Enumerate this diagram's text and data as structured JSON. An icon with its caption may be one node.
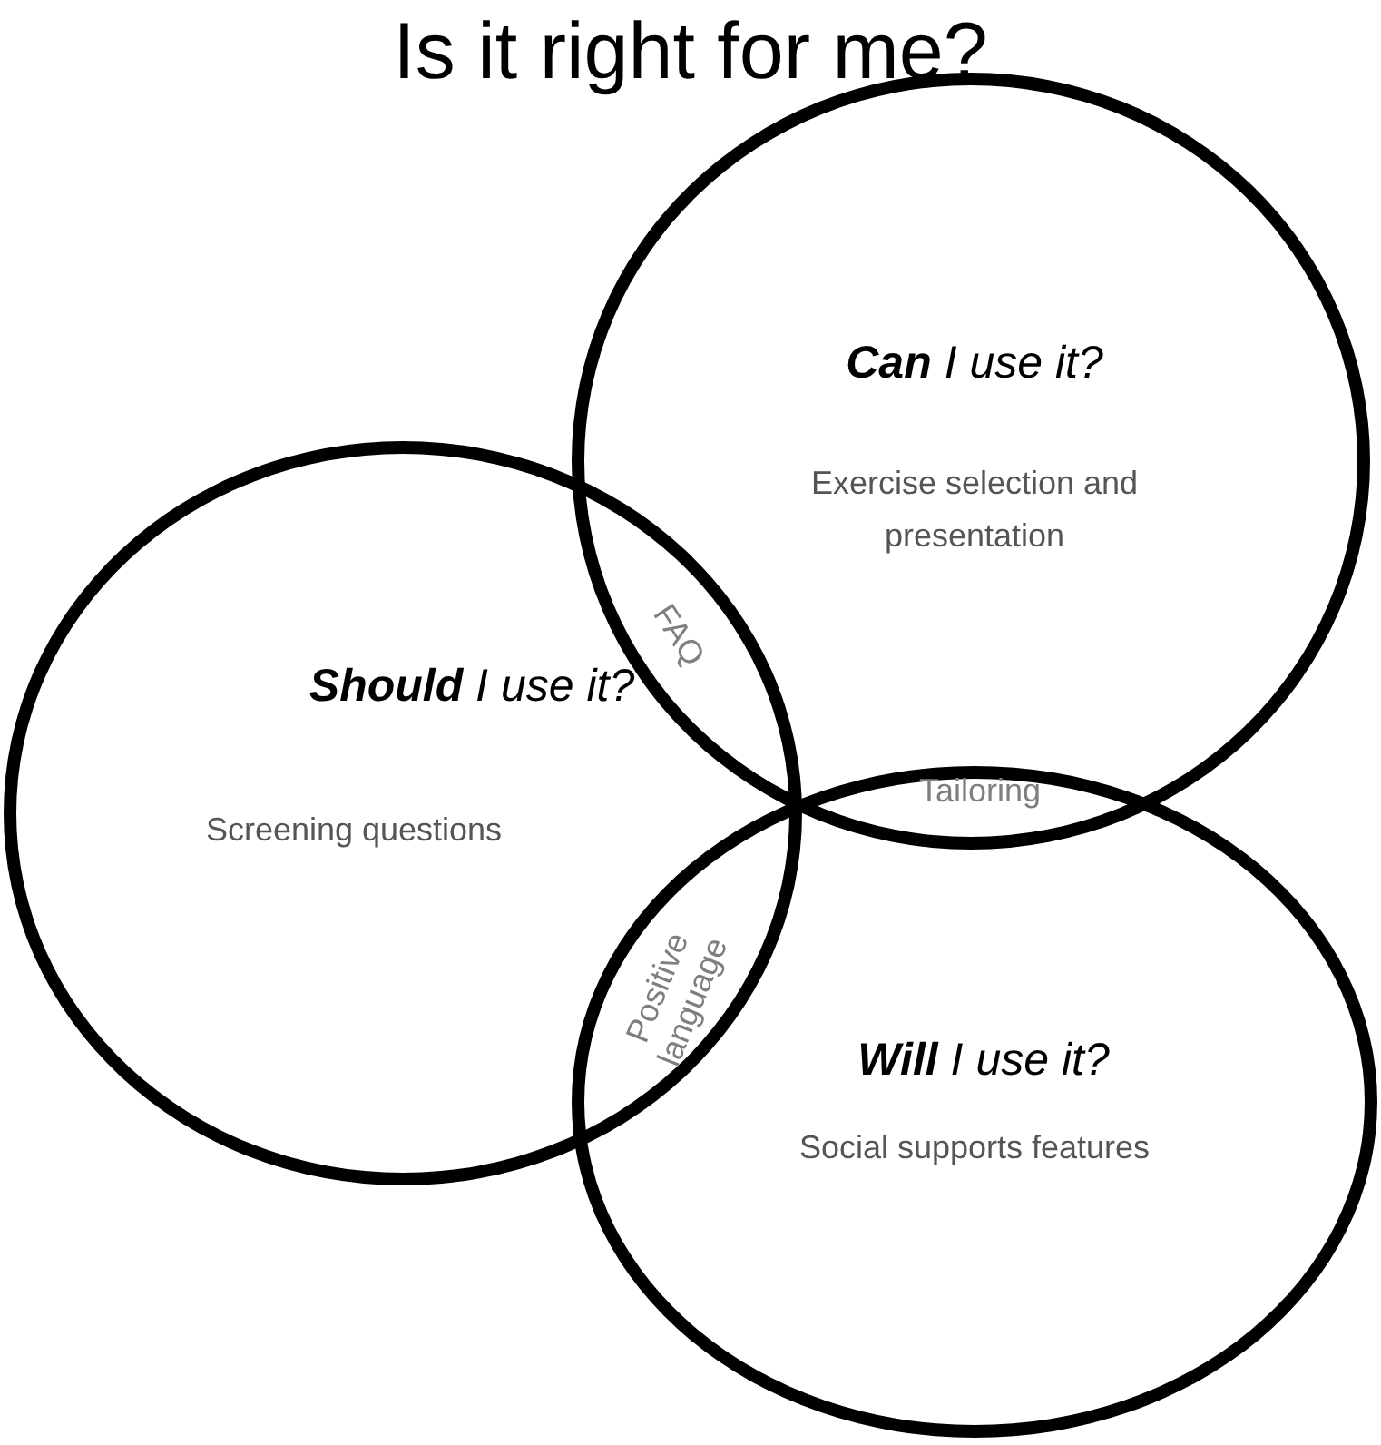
{
  "diagram": {
    "title": "Is it right for me?",
    "nodes": [
      {
        "text": [
          "**Can** I use it?",
          "Exercise selection and presentation"
        ]
      },
      {
        "text": [
          "**Should** I use it?",
          "Screening questions"
        ]
      },
      {
        "text": [
          "**Will** I use it?",
          "Social supports features"
        ]
      }
    ],
    "labels": [
      "FAQ",
      "Tailoring",
      "Positive language"
    ]
  }
}
